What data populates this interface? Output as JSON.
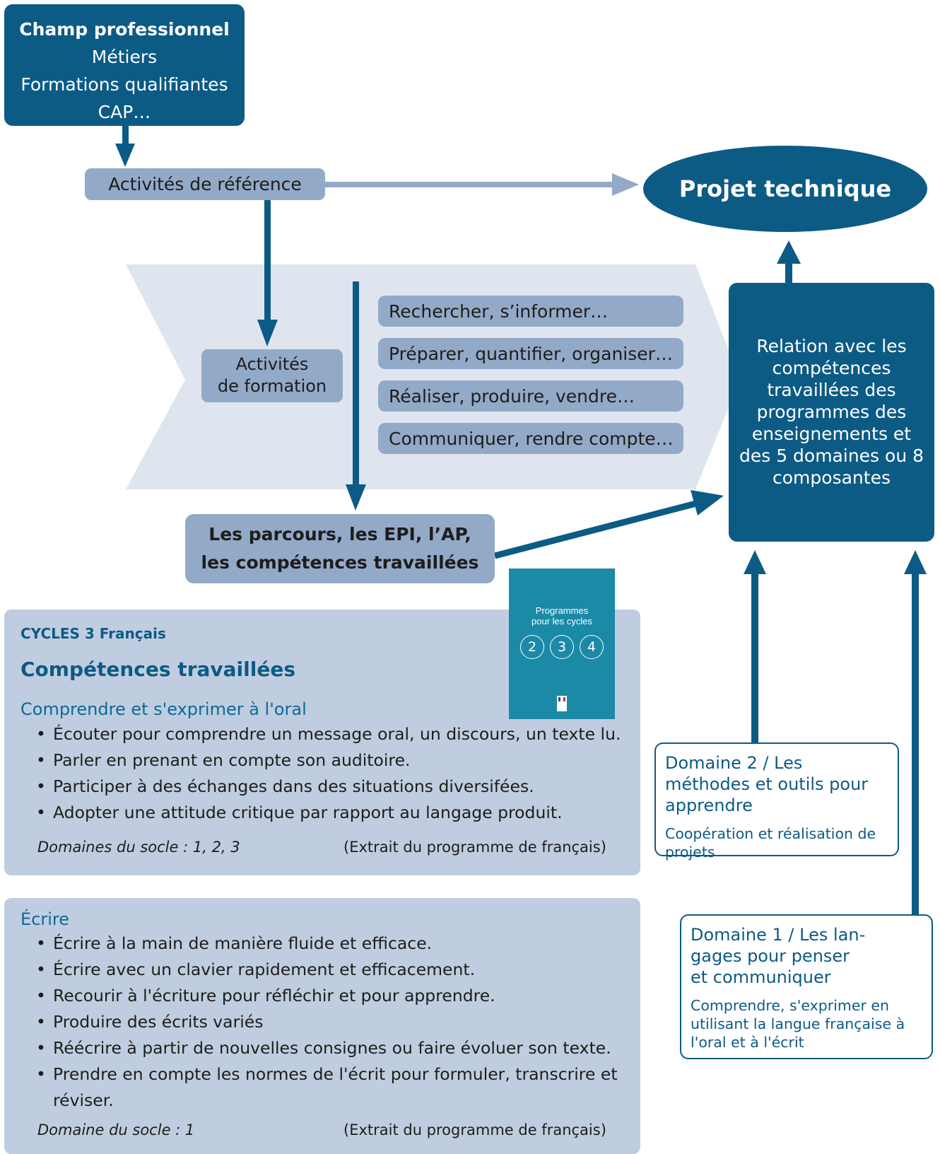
{
  "champ": {
    "title": "Champ professionnel",
    "line1": "Métiers",
    "line2": "Formations qualifiantes",
    "line3": "CAP…"
  },
  "activites_reference": "Activités de référence",
  "projet_technique": "Projet technique",
  "activites_formation": {
    "line1": "Activités",
    "line2": "de formation"
  },
  "activities": [
    "Rechercher, s’informer…",
    "Préparer, quantifier, organiser…",
    "Réaliser, produire, vendre…",
    "Communiquer, rendre compte…"
  ],
  "relation": "Relation avec les compétences travaillées des programmes des enseignements et des 5 domaines ou 8 composantes",
  "parcours": {
    "line1": "Les parcours, les EPI, l’AP,",
    "line2": "les compétences travaillées"
  },
  "cover": {
    "line1": "Programmes",
    "line2": "pour les cycles",
    "cycles": [
      "2",
      "3",
      "4"
    ]
  },
  "panel1": {
    "cycle": "CYCLES 3 Français",
    "heading": "Compétences travaillées",
    "subheading": "Comprendre et s'exprimer à l'oral",
    "items": [
      "Écouter pour comprendre un message oral, un discours, un texte lu.",
      "Parler en prenant en compte son auditoire.",
      "Participer à des échanges dans des situations diversifées.",
      "Adopter une attitude critique par rapport au langage produit."
    ],
    "domaines": "Domaines du socle : 1, 2, 3",
    "extrait": "(Extrait du programme de français)"
  },
  "panel2": {
    "subheading": "Écrire",
    "items": [
      "Écrire à la main de manière fluide et efficace.",
      "Écrire avec un clavier rapidement et efficacement.",
      "Recourir à l'écriture pour réfléchir et pour apprendre.",
      "Produire des écrits variés",
      "Réécrire à partir de nouvelles consignes ou faire évoluer son texte.",
      "Prendre en compte les normes de l'écrit pour formuler, transcrire et réviser."
    ],
    "domaines": "Domaine du socle : 1",
    "extrait": "(Extrait du programme de français)"
  },
  "domaine2": {
    "heading": "Domaine 2 / Les méthodes et outils pour apprendre",
    "detail": "Coopération et réalisation de projets"
  },
  "domaine1": {
    "heading": "Domaine 1 / Les lan-gages pour penser et communiquer",
    "detail": "Comprendre, s'exprimer en utilisant la langue française à l'oral et à l'écrit"
  },
  "colors": {
    "dark": "#0c5b85",
    "mid": "#93a9c8",
    "panel": "#c0cde0",
    "chevron": "#dfe5ef",
    "cover": "#1a8aa7"
  }
}
